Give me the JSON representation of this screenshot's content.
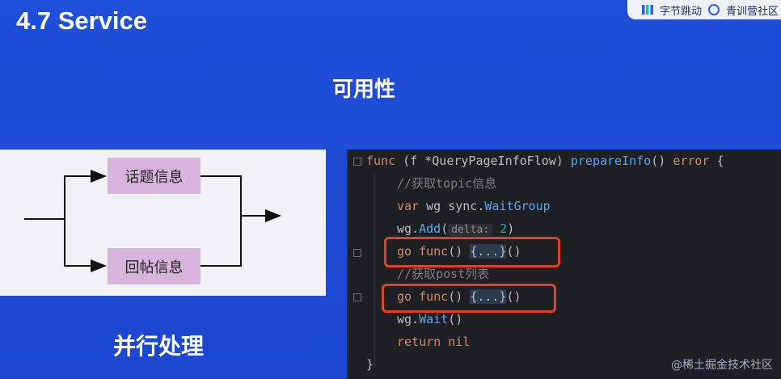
{
  "slide": {
    "title": "4.7 Service",
    "subtitle": "可用性",
    "caption": "并行处理"
  },
  "branding": {
    "left": "字节跳动",
    "right": "青训营社区"
  },
  "diagram": {
    "node_top": "话题信息",
    "node_bottom": "回帖信息"
  },
  "code": {
    "l1_func": "func",
    "l1_recv": " (f *QueryPageInfoFlow) ",
    "l1_name": "prepareInfo",
    "l1_sig": "() ",
    "l1_err": "error",
    "l1_brace": " {",
    "l2": "//获取topic信息",
    "l3_var": "var",
    "l3_rest": " wg sync.",
    "l3_type": "WaitGroup",
    "l4_a": "wg.",
    "l4_add": "Add",
    "l4_p": "(",
    "l4_hint": "delta:",
    "l4_num": " 2",
    "l4_c": ")",
    "l5_go": "go",
    "l5_func": " func",
    "l5_paren": "() ",
    "l5_body": "{...}",
    "l5_call": "()",
    "l6": "//获取post列表",
    "l7_go": "go",
    "l7_func": " func",
    "l7_paren": "() ",
    "l7_body": "{...}",
    "l7_call": "()",
    "l8_a": "wg.",
    "l8_wait": "Wait",
    "l8_c": "()",
    "l9_ret": "return",
    "l9_nil": " nil",
    "l10": "}"
  },
  "watermark": "@稀土掘金技术社区",
  "colors": {
    "background": "#1f4fd6",
    "highlight": "#e2402b",
    "node": "#d8b5dd"
  }
}
